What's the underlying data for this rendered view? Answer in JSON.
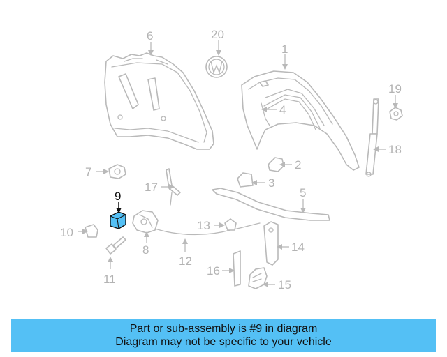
{
  "callouts": {
    "p1": "1",
    "p2": "2",
    "p3": "3",
    "p4": "4",
    "p5": "5",
    "p6": "6",
    "p7": "7",
    "p8": "8",
    "p9": "9",
    "p10": "10",
    "p11": "11",
    "p12": "12",
    "p13": "13",
    "p14": "14",
    "p15": "15",
    "p16": "16",
    "p17": "17",
    "p18": "18",
    "p19": "19",
    "p20": "20"
  },
  "highlight": {
    "part_number": "9",
    "color": "#54c0f5"
  },
  "banner": {
    "line1": "Part or sub-assembly is #9 in diagram",
    "line2": "Diagram may not be specific to your vehicle"
  },
  "colors": {
    "part_line": "#b9b9b9",
    "label": "#b3b3b3",
    "banner": "#54c0f5"
  }
}
